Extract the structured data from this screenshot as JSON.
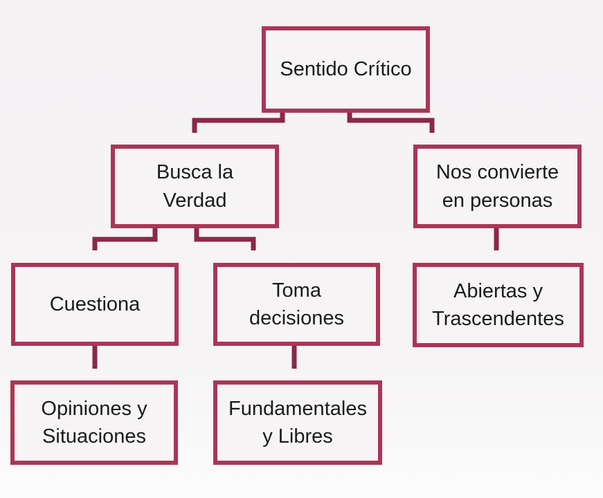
{
  "diagram": {
    "type": "hierarchy",
    "title": "Sentido Crítico",
    "nodes": {
      "sentido_critico": {
        "label": "Sentido Crítico"
      },
      "busca_la_verdad": {
        "label": "Busca la\nVerdad"
      },
      "nos_convierte": {
        "label": "Nos convierte\nen personas"
      },
      "cuestiona": {
        "label": "Cuestiona"
      },
      "toma_decisiones": {
        "label": "Toma\ndecisiones"
      },
      "abiertas": {
        "label": "Abiertas y\nTrascendentes"
      },
      "opiniones": {
        "label": "Opiniones y\nSituaciones"
      },
      "fundamentales": {
        "label": "Fundamentales\ny Libres"
      }
    },
    "edges": [
      {
        "from": "sentido_critico",
        "to": "busca_la_verdad"
      },
      {
        "from": "sentido_critico",
        "to": "nos_convierte"
      },
      {
        "from": "busca_la_verdad",
        "to": "cuestiona"
      },
      {
        "from": "busca_la_verdad",
        "to": "toma_decisiones"
      },
      {
        "from": "nos_convierte",
        "to": "abiertas"
      },
      {
        "from": "cuestiona",
        "to": "opiniones"
      },
      {
        "from": "toma_decisiones",
        "to": "fundamentales"
      }
    ],
    "colors": {
      "box_border": "#ac3557",
      "box_fill": "#f6f4f5",
      "connector": "#8a2847",
      "text": "#1b1b1b",
      "background": "#f5f3f4"
    }
  }
}
